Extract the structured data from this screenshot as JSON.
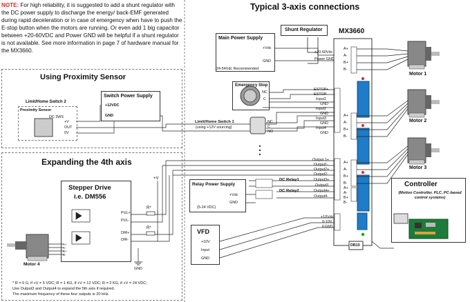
{
  "note": {
    "prefix": "NOTE:",
    "text": " For high reliability, it is suggested to add a shunt regulator with the DC power supply to discharge the energy/ back-EMF generated during rapid deceleration or in case of emergency when have to push the E-stop button when the motors are running. Or even add 1 big capacitor between +20-60VDC and Power GND will be helpful if a shunt regulator is not available. See more information in page 7 of hardware manual for the MX3660."
  },
  "titles": {
    "typical": "Typical 3-axis connections",
    "proximity": "Using Proximity Sensor",
    "fourth_axis": "Expanding the 4th axis"
  },
  "main_power": {
    "title": "Main Power Supply",
    "vdc": "+Vdc",
    "gnd": "GND",
    "recommended": "24-54Vdc Recommended"
  },
  "shunt": {
    "title": "Shunt Regulator"
  },
  "mx3660": {
    "title": "MX3660",
    "power_pins": [
      "+20-60Vdc",
      "Power GND"
    ],
    "io_pins": [
      "ESTOP+",
      "ESTOP-",
      "Input1",
      "GND",
      "Input2",
      "GND",
      "Input3",
      "GND",
      "Input4",
      "GND"
    ],
    "output_pins": [
      "Output 1+",
      "Output1-",
      "Output2+",
      "Output2-",
      "Output3+",
      "Output3",
      "Output4+",
      "Output4-"
    ],
    "analog_pins": [
      "+10Vdc",
      "0-10V",
      "EGND"
    ],
    "db_label": "DB15"
  },
  "motor_pins": [
    "A+",
    "A-",
    "B+",
    "B-"
  ],
  "motors": [
    "Motor 1",
    "Motor 2",
    "Motor 3",
    "Motor 4"
  ],
  "estop": {
    "title": "Emergency Stop",
    "nc": "NC",
    "c": "C"
  },
  "limit_switch1": {
    "title": "Limit/Home Switch 1",
    "sub": "(using +12V sourcing)",
    "nc": "NC",
    "c": "C",
    "no": "NO"
  },
  "proximity_section": {
    "switch_power": "Switch Power Supply",
    "v12": "+12VDC",
    "gnd": "GND",
    "limit2": "Limit/Home Switch 2",
    "sensor": "Proximity Sensor",
    "dc3wire": "DC 3WS",
    "pins": [
      "+V",
      "OUT",
      "0V"
    ]
  },
  "relay_power": {
    "title": "Relay Power Supply",
    "vdc": "+Vdc",
    "gnd": "GND",
    "range": "(5-24 VDC)"
  },
  "relays": [
    "DC Relay1",
    "DC Relay2"
  ],
  "vfd": {
    "title": "VFD",
    "pins": [
      "+10V",
      "Input",
      "GND"
    ]
  },
  "controller": {
    "title": "Controller",
    "sub": "(Motion Controller, PLC, PC-based control systems)"
  },
  "stepper": {
    "title": "Stepper Drive",
    "model": "i.e. DM556",
    "pins": [
      "PUL+",
      "PUL-",
      "DIR+",
      "DIR-"
    ],
    "motor_pins": [
      "A+",
      "A-",
      "B+",
      "B-"
    ]
  },
  "resistor": "R*",
  "vplus": "+V",
  "gnd_label": "GND",
  "footnote": {
    "line1": "*  R = 0 Ω,  if +V = 5 VDC;    R = 1 KΩ,  if +V = 12 VDC;    R = 2 KΩ,  if +V = 24 VDC;",
    "line2": "Use Output3 and Output4 to expand the 5th axis if required.",
    "line3": "The maximum frequency of these four outputs is 20 kHz."
  },
  "colors": {
    "note_red": "#e3262d",
    "drive_blue": "#1e7cc8",
    "led_red": "#e02020",
    "led_green": "#1aa31a"
  }
}
